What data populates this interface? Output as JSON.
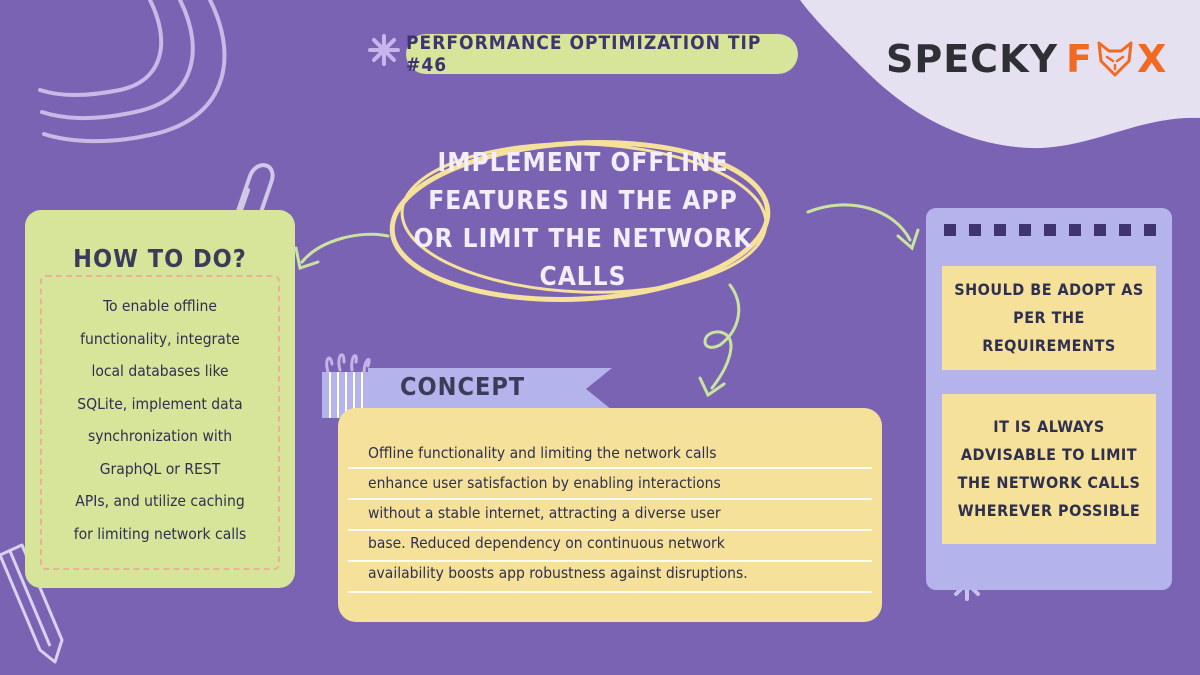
{
  "tip": {
    "label": "PERFORMANCE OPTIMIZATION TIP #46"
  },
  "logo": {
    "word1": "SPECKY",
    "word2_pre": "F",
    "word2_post": "X"
  },
  "main": {
    "title": "IMPLEMENT OFFLINE FEATURES IN THE APP OR LIMIT THE NETWORK CALLS"
  },
  "how": {
    "title": "HOW TO DO?",
    "lines": [
      "To enable offline",
      "functionality, integrate",
      "local databases like",
      "SQLite, implement data",
      "synchronization with",
      "GraphQL or REST",
      "APIs, and utilize caching",
      "for limiting network calls"
    ]
  },
  "concept": {
    "label": "CONCEPT",
    "lines": [
      "Offline functionality and limiting the network calls",
      "enhance user satisfaction by enabling interactions",
      "without a stable internet, attracting a diverse user",
      "base. Reduced dependency on continuous network",
      "availability boosts app robustness against disruptions."
    ]
  },
  "right": {
    "box1": "SHOULD BE ADOPT AS PER THE REQUIREMENTS",
    "box2": "IT IS ALWAYS ADVISABLE TO LIMIT THE NETWORK CALLS WHEREVER POSSIBLE"
  },
  "colors": {
    "background": "#7b63b3",
    "green": "#d6e59a",
    "yellow": "#f5e19a",
    "lavender": "#b5b3ec",
    "fox_orange": "#f26a22"
  },
  "icons": [
    "paperclip-icon",
    "pencil-icon",
    "sparkle-icon",
    "fox-icon",
    "arrow-icon"
  ]
}
